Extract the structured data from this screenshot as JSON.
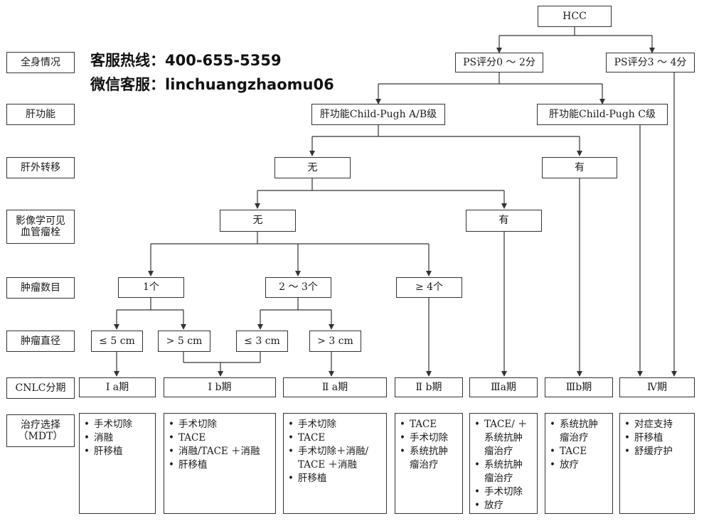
{
  "watermark": {
    "hotline": "客服热线：400-655-5359",
    "wechat": "微信客服：linchuangzhaomu06"
  },
  "row_labels": {
    "general": "全身情况",
    "liver": "肝功能",
    "extrahepatic": "肝外转移",
    "vascular_line1": "影像学可见",
    "vascular_line2": "血管瘤栓",
    "tumor_count": "肿瘤数目",
    "tumor_size": "肿瘤直径",
    "cnlc": "CNLC分期",
    "mdt_line1": "治疗选择",
    "mdt_line2": "（MDT）"
  },
  "nodes": {
    "hcc": "HCC",
    "ps_0_2": "PS评分0 ～ 2分",
    "ps_3_4": "PS评分3 ～ 4分",
    "child_ab": "肝功能Child-Pugh A/B级",
    "child_c": "肝功能Child-Pugh C级",
    "ext_no": "无",
    "ext_yes": "有",
    "vasc_no": "无",
    "vasc_yes": "有",
    "count_1": "1个",
    "count_2_3": "2 ～ 3个",
    "count_4": "≥ 4个",
    "size_le5": "≤ 5 cm",
    "size_gt5": "> 5 cm",
    "size_le3": "≤ 3 cm",
    "size_gt3": "> 3 cm"
  },
  "stages": {
    "ia": "Ⅰ a期",
    "ib": "Ⅰ b期",
    "iia": "Ⅱ a期",
    "iib": "Ⅱ b期",
    "iiia": "Ⅲa期",
    "iiib": "Ⅲb期",
    "iv": "Ⅳ期"
  },
  "treatments": {
    "ia": [
      "手术切除",
      "消融",
      "肝移植"
    ],
    "ib": [
      "手术切除",
      "TACE",
      "消融/TACE ＋消融",
      "肝移植"
    ],
    "iia": [
      [
        "手术切除"
      ],
      [
        "TACE"
      ],
      [
        "手术切除＋消融/",
        "TACE ＋消融"
      ],
      [
        "肝移植"
      ]
    ],
    "iib": [
      [
        "TACE"
      ],
      [
        "手术切除"
      ],
      [
        "系统抗肿",
        "瘤治疗"
      ]
    ],
    "iiia": [
      [
        "TACE/ ＋",
        "系统抗肿",
        "瘤治疗"
      ],
      [
        "系统抗肿",
        "瘤治疗"
      ],
      [
        "手术切除"
      ],
      [
        "放疗"
      ]
    ],
    "iiib": [
      [
        "系统抗肿",
        "瘤治疗"
      ],
      [
        "TACE"
      ],
      [
        "放疗"
      ]
    ],
    "iv": [
      "对症支持",
      "肝移植",
      "舒缓疗护"
    ]
  }
}
